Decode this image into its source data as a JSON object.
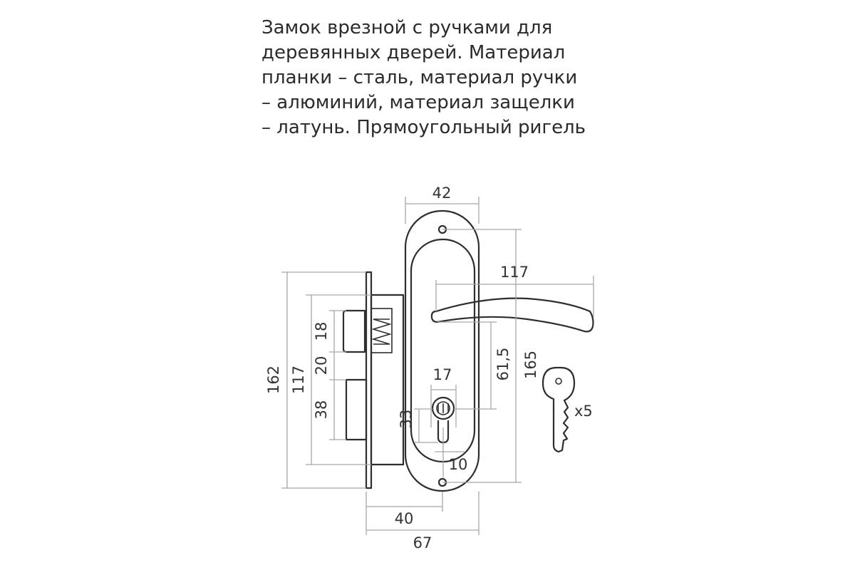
{
  "description": {
    "lines": [
      "Замок врезной с ручками для",
      "деревянных дверей.  Материал",
      "планки – сталь, материал ручки",
      "– алюминий, материал защелки",
      "– латунь. Прямоугольный ригель"
    ]
  },
  "dimensions": {
    "plate_width": "42",
    "handle_length": "117",
    "latch_height": "18",
    "gap_height": "20",
    "bolt_height": "38",
    "case_height": "117",
    "faceplate_height": "162",
    "cylinder_width": "17",
    "cylinder_offset": "33",
    "handle_to_cylinder": "61,5",
    "plate_height": "165",
    "cylinder_to_screw": "10",
    "backset": "40",
    "total_depth": "67"
  },
  "key": {
    "quantity": "x5"
  },
  "colors": {
    "line": "#2e2e2e",
    "dimension": "#a7a7a7",
    "text": "#2b2b2b"
  }
}
